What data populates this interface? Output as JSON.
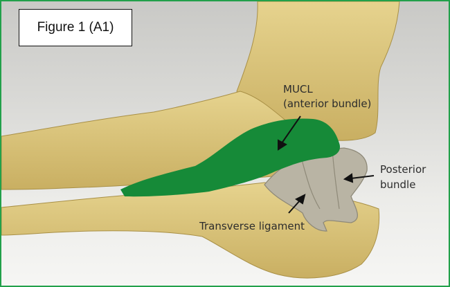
{
  "figure_label": "Figure 1 (A1)",
  "annotations": {
    "mucl_line1": "MUCL",
    "mucl_line2": "(anterior bundle)",
    "posterior_line1": "Posterior",
    "posterior_line2": "bundle",
    "transverse": "Transverse ligament"
  },
  "colors": {
    "border": "#22a04a",
    "bone": "#d8c27a",
    "ligament_anterior": "#168a38",
    "ligament_other": "#b9b4a4"
  }
}
